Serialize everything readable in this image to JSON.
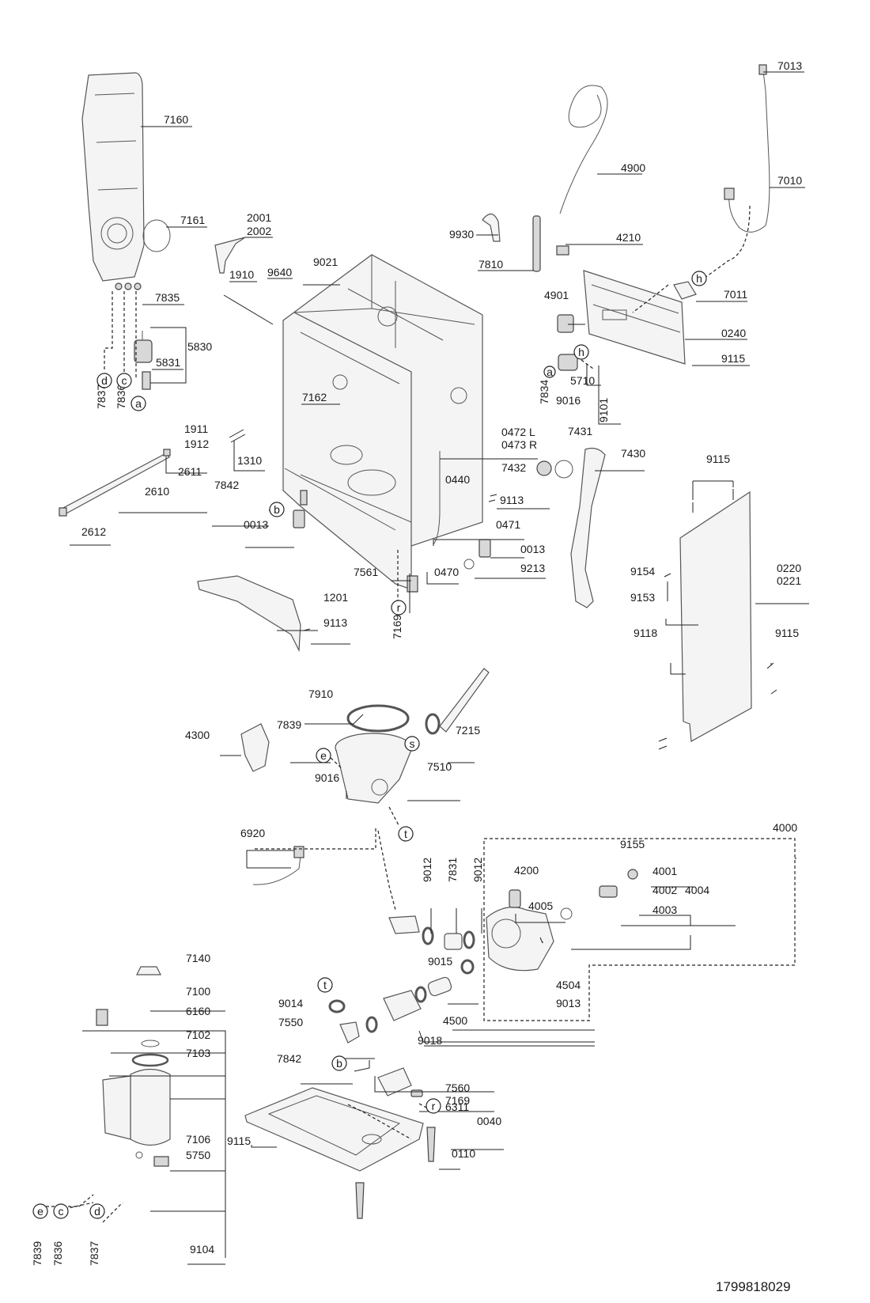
{
  "document_number": "1799818029",
  "part_numbers": {
    "p7013": "7013",
    "p7160": "7160",
    "p4900": "4900",
    "p7010": "7010",
    "p7161": "7161",
    "p2001": "2001",
    "p2002": "2002",
    "p9930": "9930",
    "p4210": "4210",
    "p9021": "9021",
    "p7810": "7810",
    "p1910": "1910",
    "p9640": "9640",
    "p7011": "7011",
    "p4901": "4901",
    "p7835": "7835",
    "p0240": "0240",
    "p5830": "5830",
    "p9115a": "9115",
    "p5831": "5831",
    "p7837a": "7837",
    "p7836a": "7836",
    "p7834": "7834",
    "p5710": "5710",
    "p9016a": "9016",
    "p9101": "9101",
    "p7162": "7162",
    "p1911": "1911",
    "p1912": "1912",
    "p0472": "0472 L",
    "p0473": "0473 R",
    "p7431": "7431",
    "p1310": "1310",
    "p7430": "7430",
    "p2611": "2611",
    "p7432": "7432",
    "p9115b": "9115",
    "p0440": "0440",
    "p7842a": "7842",
    "p2610": "2610",
    "p9113a": "9113",
    "p0013a": "0013",
    "p0471": "0471",
    "p2612": "2612",
    "p0013b": "0013",
    "p0220": "0220",
    "p0221": "0221",
    "p9154": "9154",
    "p7561": "7561",
    "p0470": "0470",
    "p9213": "9213",
    "p9153": "9153",
    "p1201": "1201",
    "p9113b": "9113",
    "p7169a": "7169",
    "p9118": "9118",
    "p9115c": "9115",
    "p7910": "7910",
    "p7839a": "7839",
    "p7215": "7215",
    "p4300": "4300",
    "p7510": "7510",
    "p9016b": "9016",
    "p4000": "4000",
    "p6920": "6920",
    "p9155": "9155",
    "p4200": "4200",
    "p9012a": "9012",
    "p7831": "7831",
    "p9012b": "9012",
    "p4001": "4001",
    "p4002": "4002",
    "p4004": "4004",
    "p4005": "4005",
    "p4003": "4003",
    "p7140": "7140",
    "p9015": "9015",
    "p7100": "7100",
    "p4504": "4504",
    "p6160": "6160",
    "p9014": "9014",
    "p9013": "9013",
    "p4500": "4500",
    "p7102": "7102",
    "p7550": "7550",
    "p9018": "9018",
    "p7103": "7103",
    "p7842b": "7842",
    "p7560": "7560",
    "p6311": "6311",
    "p7169b": "7169",
    "p0040": "0040",
    "p7106": "7106",
    "p9115d": "9115",
    "p5750": "5750",
    "p0110": "0110",
    "p7839b": "7839",
    "p7836b": "7836",
    "p7837b": "7837",
    "p9104": "9104"
  },
  "callouts": {
    "a": "a",
    "b": "b",
    "c": "c",
    "d": "d",
    "e": "e",
    "h": "h",
    "r": "r",
    "s": "s",
    "t": "t"
  }
}
